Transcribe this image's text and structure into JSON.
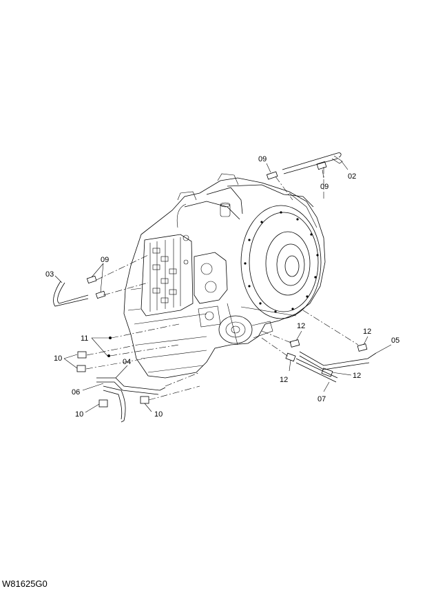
{
  "diagram": {
    "reference_code": "W81625G0",
    "part_labels": {
      "p09_top_left": "09",
      "p09_top_right": "09",
      "p02": "02",
      "p09_left": "09",
      "p03": "03",
      "p11": "11",
      "p10_left": "10",
      "p04": "04",
      "p06": "06",
      "p10_bottom_left": "10",
      "p10_bottom_mid": "10",
      "p12_mid_top": "12",
      "p12_right_top": "12",
      "p05": "05",
      "p12_mid_bottom": "12",
      "p12_right_bottom": "12",
      "p07": "07"
    }
  }
}
